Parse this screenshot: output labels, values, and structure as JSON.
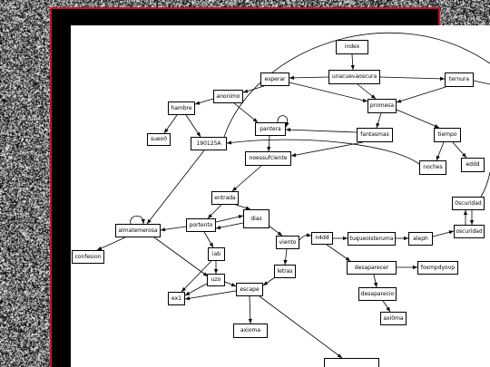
{
  "colors": {
    "frame_border": "#c8102e",
    "frame_fill": "#000000",
    "canvas": "#ffffff",
    "ink": "#000000"
  },
  "diagram": {
    "nodes": [
      "index",
      "unacuevaoscura",
      "esperar",
      "ternura",
      "anonimo",
      "hambre",
      "promesa",
      "pantera",
      "fantasmas",
      "tiempo",
      "sueo0",
      "190125A",
      "noessufciente",
      "noches",
      "eddd",
      "entrada",
      "0scuridad",
      "dias",
      "portento",
      "almatemerosa",
      "oscuridad",
      "n4dd",
      "viento",
      "tuqueoisteruma",
      "aleph",
      "iab",
      "confesion",
      "desaparecer",
      "foxmpdyovp",
      "letras",
      "uzo",
      "escape",
      "desaparecio",
      "ex1",
      "axi0ma",
      "axioma"
    ]
  }
}
